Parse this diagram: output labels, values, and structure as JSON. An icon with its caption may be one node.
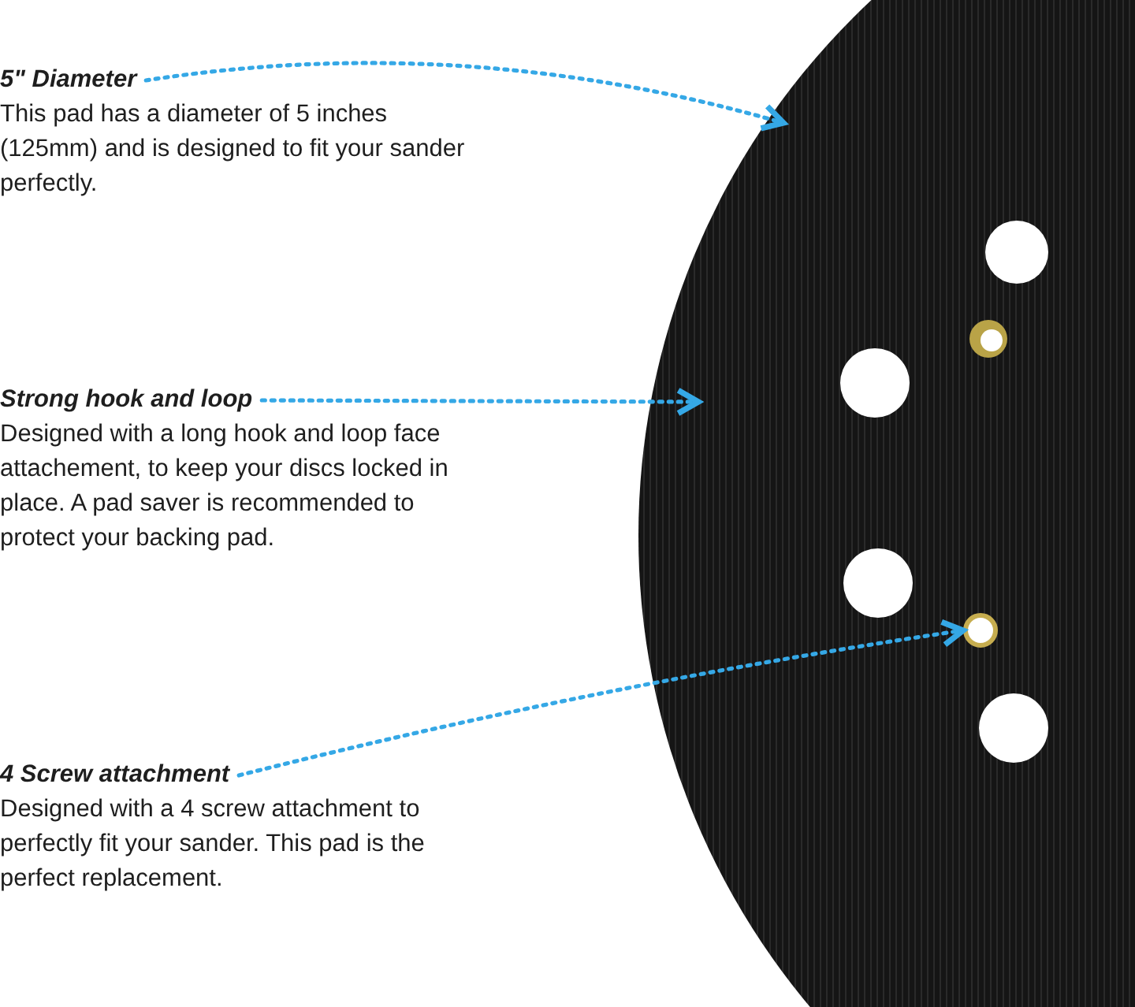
{
  "diagram": {
    "nodes": [
      {
        "text": [
          "5\" Diameter",
          "This pad has a diameter of 5 inches (125mm) and is designed to fit your sander perfectly."
        ]
      },
      {
        "text": [
          "Strong hook and loop",
          "Designed with a long hook and loop face attachement, to keep your discs locked in place. A pad saver is recommended to protect your backing pad."
        ]
      },
      {
        "text": [
          "4 Screw attachment",
          "Designed with a 4 screw attachment to perfectly fit your sander. This pad is the perfect replacement."
        ]
      },
      {
        "text": [],
        "shape": "picture"
      },
      {
        "text": [],
        "shape": "circle",
        "in": 3
      }
    ],
    "edges": [
      {
        "from": 0,
        "to": 3,
        "arrow": "to",
        "style": "dashed"
      },
      {
        "from": 1,
        "to": 3,
        "arrow": "to",
        "style": "dashed"
      },
      {
        "from": 2,
        "to": 4,
        "arrow": "to",
        "style": "dashed"
      }
    ]
  }
}
